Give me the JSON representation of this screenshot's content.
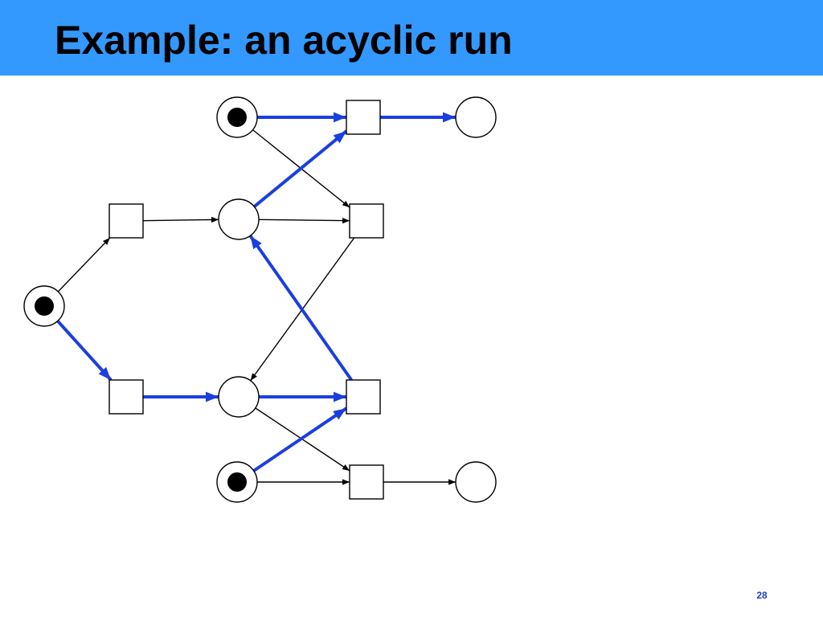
{
  "slide": {
    "title": "Example: an acyclic run",
    "page_number": "28"
  },
  "colors": {
    "title_bar": "#3399ff",
    "run_arc": "#1a3fe0",
    "arc": "#000000",
    "token": "#000000",
    "page_number": "#1a3fcc"
  },
  "diagram": {
    "type": "petri-net-acyclic-run",
    "places": [
      {
        "id": "p_top",
        "token": true
      },
      {
        "id": "p_upper_out",
        "token": false
      },
      {
        "id": "p_upper_mid",
        "token": false
      },
      {
        "id": "p_left",
        "token": true
      },
      {
        "id": "p_lower_mid",
        "token": false
      },
      {
        "id": "p_bottom",
        "token": true
      },
      {
        "id": "p_lower_out",
        "token": false
      }
    ],
    "transitions": [
      {
        "id": "t_top"
      },
      {
        "id": "t_upper_left"
      },
      {
        "id": "t_upper_right"
      },
      {
        "id": "t_lower_left"
      },
      {
        "id": "t_lower_right"
      },
      {
        "id": "t_bottom"
      }
    ],
    "arcs": [
      {
        "from": "p_left",
        "to": "t_upper_left",
        "run": false
      },
      {
        "from": "t_upper_left",
        "to": "p_upper_mid",
        "run": false
      },
      {
        "from": "p_top",
        "to": "t_upper_right",
        "run": false
      },
      {
        "from": "p_upper_mid",
        "to": "t_upper_right",
        "run": false
      },
      {
        "from": "t_upper_right",
        "to": "p_lower_mid",
        "run": false
      },
      {
        "from": "p_lower_mid",
        "to": "t_bottom",
        "run": false
      },
      {
        "from": "p_bottom",
        "to": "t_bottom",
        "run": false
      },
      {
        "from": "t_bottom",
        "to": "p_lower_out",
        "run": false
      },
      {
        "from": "p_top",
        "to": "t_top",
        "run": true
      },
      {
        "from": "p_upper_mid",
        "to": "t_top",
        "run": true
      },
      {
        "from": "t_top",
        "to": "p_upper_out",
        "run": true
      },
      {
        "from": "p_left",
        "to": "t_lower_left",
        "run": true
      },
      {
        "from": "t_lower_left",
        "to": "p_lower_mid",
        "run": true
      },
      {
        "from": "p_lower_mid",
        "to": "t_lower_right",
        "run": true
      },
      {
        "from": "p_bottom",
        "to": "t_lower_right",
        "run": true
      },
      {
        "from": "t_lower_right",
        "to": "p_upper_mid",
        "run": true
      }
    ]
  }
}
